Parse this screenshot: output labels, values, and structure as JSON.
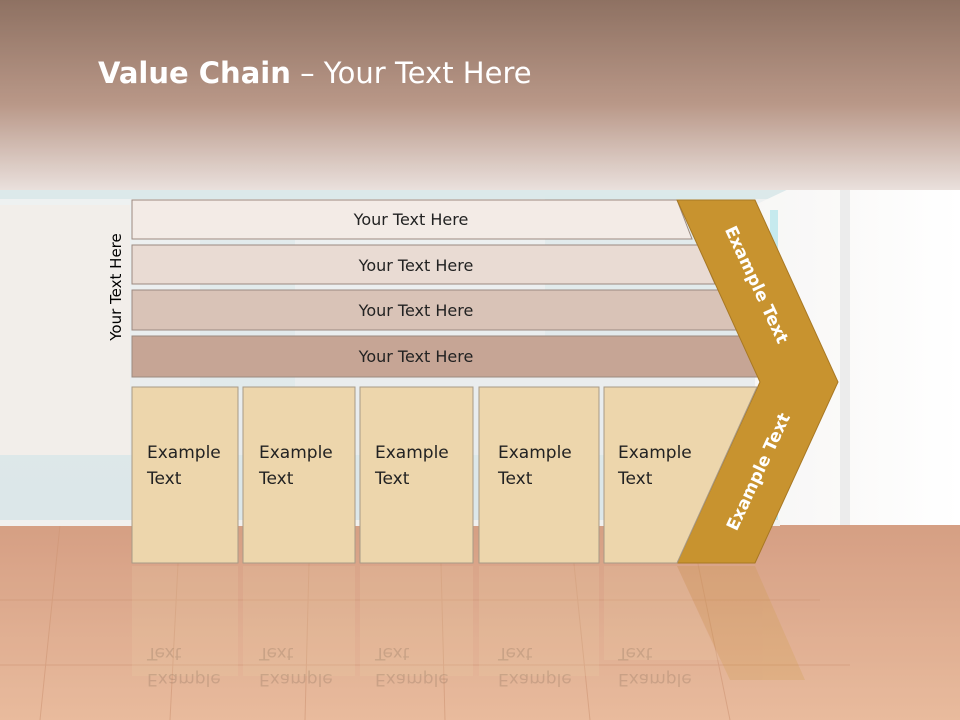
{
  "slide": {
    "title_bold": "Value Chain",
    "title_rest": " – Your Text Here",
    "side_label": "Your Text Here",
    "rows": [
      "Your Text Here",
      "Your Text Here",
      "Your Text Here",
      "Your Text Here"
    ],
    "boxes": [
      {
        "line1": "Example",
        "line2": "Text"
      },
      {
        "line1": "Example",
        "line2": "Text"
      },
      {
        "line1": "Example",
        "line2": "Text"
      },
      {
        "line1": "Example",
        "line2": "Text"
      },
      {
        "line1": "Example",
        "line2": "Text"
      }
    ],
    "chevron_upper": "Example Text",
    "chevron_lower": "Example Text"
  },
  "colors": {
    "ceiling": "#8c6a58",
    "wall": "#e8eef0",
    "floor": "#d9a27a",
    "row1": "#f3ebe6",
    "row2": "#e9dbd3",
    "row3": "#d9c3b7",
    "row4": "#c6a595",
    "box": "#edd6ac",
    "chevron": "#c8932f"
  }
}
